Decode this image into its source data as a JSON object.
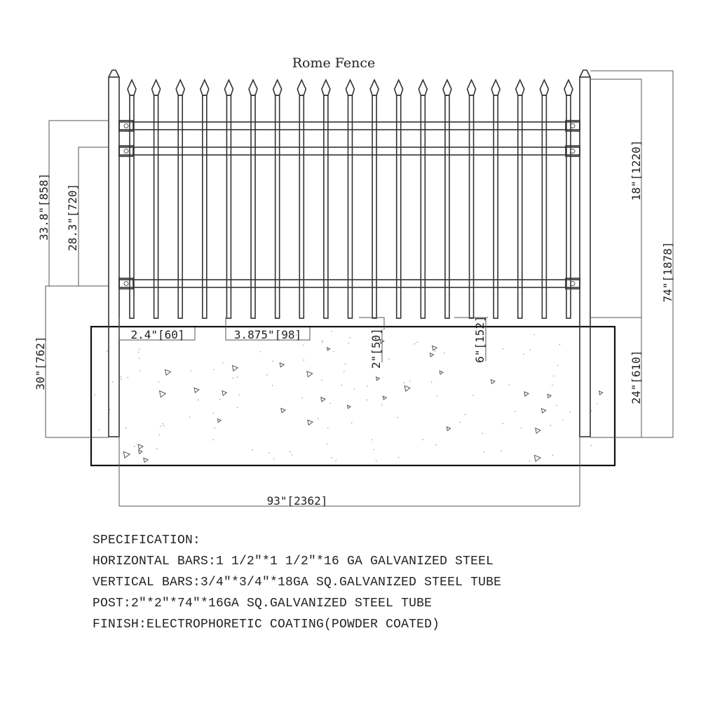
{
  "title": "Rome Fence",
  "dimensions": {
    "overall_height": "33.8\"[858]",
    "rail_height": "28.3\"[720]",
    "post_embed": "30\"[762]",
    "top_section": "18\"[1220]",
    "post_total": "74\"[1878]",
    "footing_depth": "24\"[610]",
    "rail_end_gap": "2.4\"[60]",
    "picket_spacing": "3.875\"[98]",
    "bottom_clearance": "2\"[50]",
    "picket_to_ground": "6\"[152]",
    "panel_width": "93\"[2362]"
  },
  "specification": {
    "heading": "SPECIFICATION:",
    "lines": [
      "HORIZONTAL BARS:1 1/2\"*1 1/2\"*16 GA GALVANIZED STEEL",
      "VERTICAL BARS:3/4\"*3/4\"*18GA SQ.GALVANIZED STEEL TUBE",
      "POST:2\"*2\"*74\"*16GA SQ.GALVANIZED STEEL TUBE",
      "FINISH:ELECTROPHORETIC COATING(POWDER COATED)"
    ]
  },
  "colors": {
    "line": "#333333",
    "background": "#ffffff"
  },
  "picket_count": 19
}
